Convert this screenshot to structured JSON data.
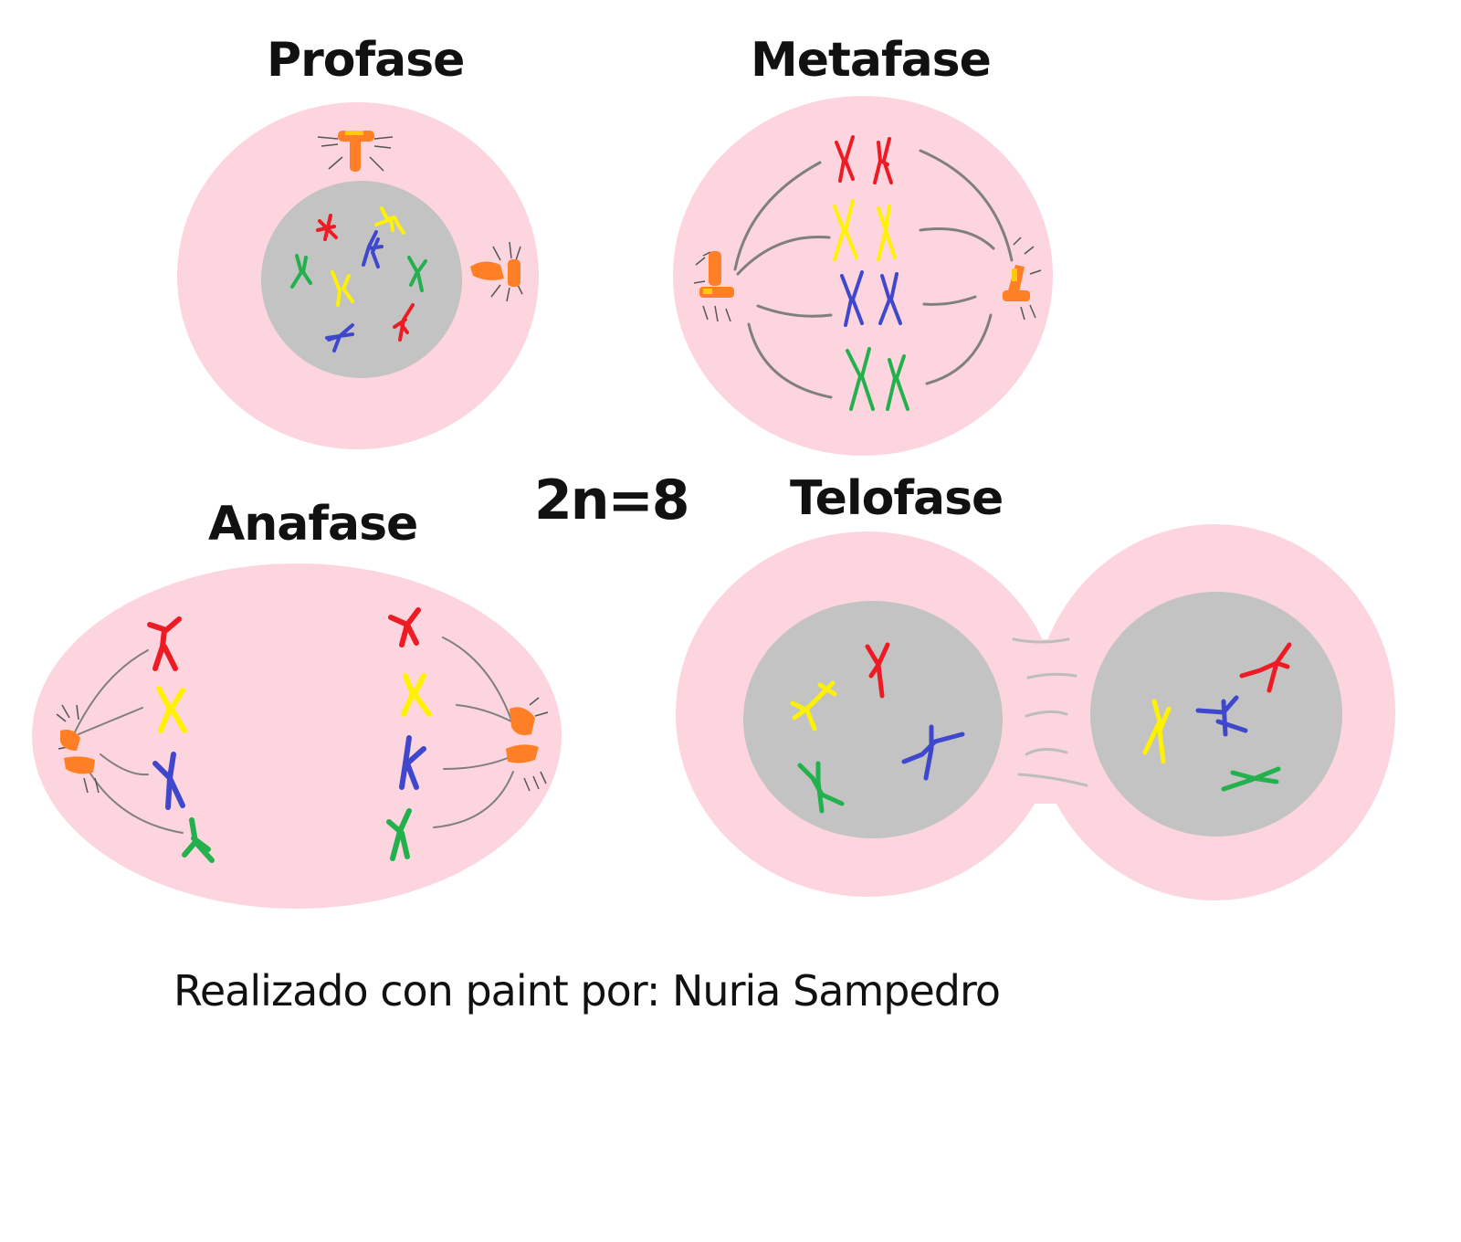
{
  "phases": {
    "profase": "Profase",
    "metafase": "Metafase",
    "anafase": "Anafase",
    "telofase": "Telofase"
  },
  "ploidy_label": "2n=8",
  "credit": "Realizado con paint por: Nuria Sampedro",
  "colors": {
    "cytoplasm": "#fdd5df",
    "nucleus": "#c3c3c3",
    "centrosome": "#ff7f27",
    "centrosome_light": "#ffc90e",
    "spindle": "#7f7f7f",
    "chromosome_red": "#ed1c24",
    "chromosome_yellow": "#fff200",
    "chromosome_blue": "#3f48cc",
    "chromosome_green": "#22b14c"
  }
}
